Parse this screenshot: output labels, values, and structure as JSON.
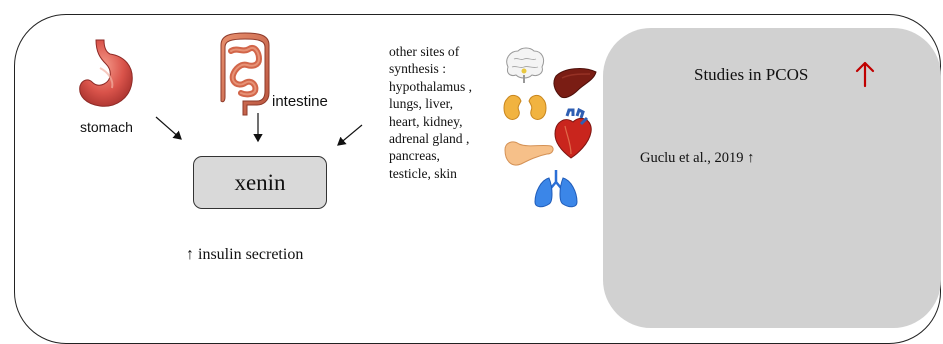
{
  "diagram": {
    "sources": {
      "stomach_label": "stomach",
      "intestine_label": "intestine"
    },
    "hormone_label": "xenin",
    "effect_label": "↑ insulin secretion",
    "other_sites": {
      "lines": [
        "other sites of",
        "synthesis :",
        "hypothalamus ,",
        "lungs, liver,",
        "heart, kidney,",
        "adrenal gland ,",
        "pancreas,",
        "testicle, skin"
      ]
    },
    "pcos": {
      "title": "Studies in PCOS",
      "studies": [
        "Guclu et al., 2019 ↑"
      ]
    },
    "colors": {
      "pcos_arrow": "#c00000",
      "panel": "#d1d1d1",
      "xenin_box": "#d9d9d9"
    },
    "icons": [
      "stomach-icon",
      "intestine-icon",
      "brain-icon",
      "kidneys-icon",
      "liver-icon",
      "heart-icon",
      "pancreas-icon",
      "lungs-icon"
    ]
  }
}
